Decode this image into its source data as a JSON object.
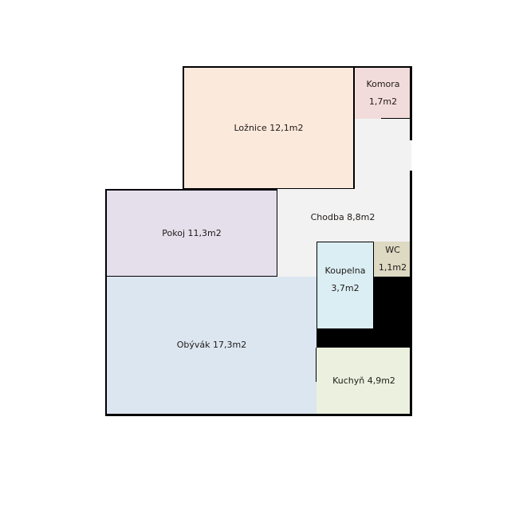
{
  "rooms": {
    "loznice": {
      "label": "Ložnice 12,1m2",
      "color": "#fbe9dc"
    },
    "komora": {
      "name": "Komora",
      "area": "1,7m2",
      "color": "#f2dcdb"
    },
    "chodba": {
      "label": "Chodba 8,8m2",
      "color": "#f2f2f2"
    },
    "pokoj": {
      "label": "Pokoj 11,3m2",
      "color": "#e5dfec"
    },
    "obyvak": {
      "label": "Obývák 17,3m2",
      "color": "#dce6f1"
    },
    "koupelna": {
      "name": "Koupelna",
      "area": "3,7m2",
      "color": "#daeef3"
    },
    "wc": {
      "name": "WC",
      "area": "1,1m2",
      "color": "#ddd9c3"
    },
    "kuchyn": {
      "label": "Kuchyň 4,9m2",
      "color": "#ebf1de"
    }
  }
}
